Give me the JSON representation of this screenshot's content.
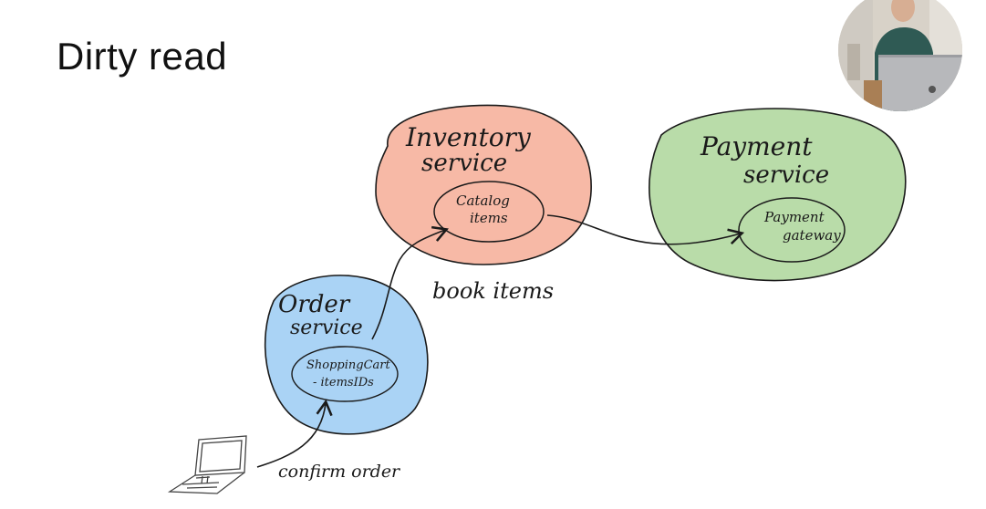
{
  "title": "Dirty read",
  "services": {
    "inventory": {
      "label_line1": "Inventory",
      "label_line2": "service",
      "inner_line1": "Catalog",
      "inner_line2": "items",
      "color": "#f7b9a6"
    },
    "payment": {
      "label_line1": "Payment",
      "label_line2": "service",
      "inner_line1": "Payment",
      "inner_line2": "gateway",
      "color": "#b9dca9"
    },
    "order": {
      "label_line1": "Order",
      "label_line2": "service",
      "inner_line1": "ShoppingCart",
      "inner_line2": "- itemsIDs",
      "color": "#aad3f5"
    }
  },
  "arrows": {
    "book_items": "book items",
    "confirm_order": "confirm order"
  },
  "colors": {
    "ink": "#1a1a1a",
    "background": "#ffffff"
  }
}
